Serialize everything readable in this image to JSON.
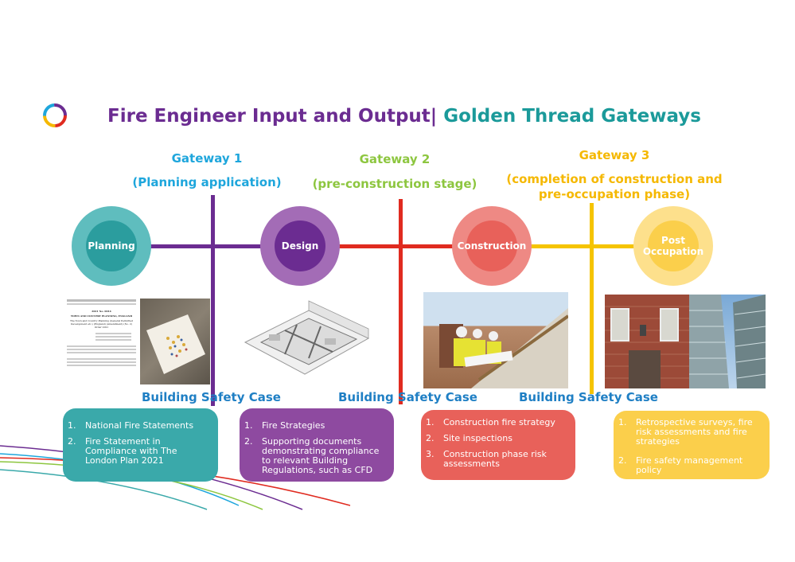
{
  "title": {
    "part1": "Fire Engineer Input and Output|",
    "part2": "Golden Thread Gateways"
  },
  "gateways": [
    {
      "label": "Gateway 1",
      "sub": "(Planning application)"
    },
    {
      "label": "Gateway 2",
      "sub": "(pre-construction stage)"
    },
    {
      "label": "Gateway 3",
      "sub1": "(completion of construction and",
      "sub2": "pre-occupation phase)"
    }
  ],
  "stages": [
    {
      "label": "Planning"
    },
    {
      "label": "Design"
    },
    {
      "label": "Construction"
    },
    {
      "label1": "Post",
      "label2": "Occupation"
    }
  ],
  "safety_case_label": "Building Safety Case",
  "boxes": [
    {
      "items": [
        {
          "n": "1.",
          "text": "National Fire Statements"
        },
        {
          "n": "2.",
          "text": "Fire Statement in Compliance with The London Plan 2021"
        }
      ]
    },
    {
      "items": [
        {
          "n": "1.",
          "text": "Fire Strategies"
        },
        {
          "n": "2.",
          "text": "Supporting documents demonstrating compliance to relevant Building Regulations, such as CFD"
        }
      ]
    },
    {
      "items": [
        {
          "n": "1.",
          "text": "Construction fire strategy"
        },
        {
          "n": "2.",
          "text": "Site inspections"
        },
        {
          "n": "3.",
          "text": "Construction phase risk assessments"
        }
      ]
    },
    {
      "items": [
        {
          "n": "1.",
          "text": "Retrospective surveys, fire risk assessments and fire strategies"
        },
        {
          "n": "2.",
          "text": "Fire safety management policy"
        }
      ]
    }
  ],
  "document_image": {
    "heading1": "2021 No. 0014",
    "heading2": "TOWN AND COUNTRY PLANNING, ENGLAND",
    "heading3": "The Town and Country Planning (General Permitted Development etc.) (England) (Amendment) (No. 2) Order 2021"
  },
  "colors": {
    "purple": "#6b2c91",
    "teal": "#1b9a9a",
    "gateway1": "#1ea6dc",
    "gateway2": "#8dc63f",
    "gateway3": "#f5b800",
    "red": "#e02b20",
    "yellow": "#f5c400",
    "planning": "#3aa9aa",
    "design": "#8e4aa0",
    "construction": "#e8615a",
    "post": "#fbcf4b",
    "safety_case": "#1f7fc4"
  },
  "icons": [
    "logo-ring-icon",
    "decorative-swoosh-icon"
  ]
}
